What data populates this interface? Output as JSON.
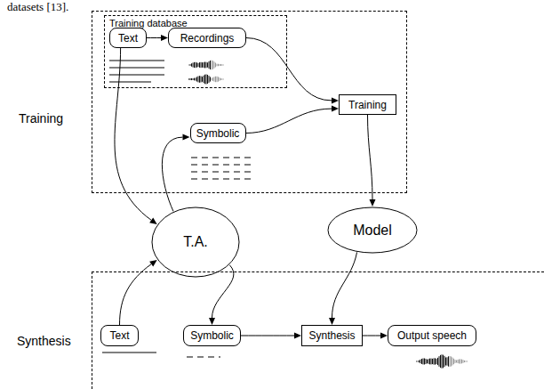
{
  "diagram": {
    "nodes": [
      {
        "text": [
          "Training"
        ]
      },
      {
        "text": [
          "Training database"
        ],
        "in": 0
      },
      {
        "text": [
          "Text"
        ],
        "in": 1
      },
      {
        "text": [
          "Recordings"
        ],
        "in": 1
      },
      {
        "text": [
          "Symbolic"
        ],
        "in": 0
      },
      {
        "text": [
          "Training"
        ],
        "in": 0
      },
      {
        "text": [
          "T.A."
        ]
      },
      {
        "text": [
          "Model"
        ]
      },
      {
        "text": [
          "Synthesis"
        ]
      },
      {
        "text": [
          "Text"
        ],
        "in": 8
      },
      {
        "text": [
          "Symbolic"
        ],
        "in": 8
      },
      {
        "text": [
          "Synthesis"
        ],
        "in": 8
      },
      {
        "text": [
          "Output speech"
        ],
        "in": 8
      }
    ],
    "edges": [
      {
        "from": 2,
        "to": 3,
        "arrow": "to"
      },
      {
        "from": 3,
        "to": 5,
        "arrow": "to"
      },
      {
        "from": 4,
        "to": 5,
        "arrow": "to"
      },
      {
        "from": 5,
        "to": 7,
        "arrow": "to"
      },
      {
        "from": 2,
        "to": 6,
        "arrow": "to"
      },
      {
        "from": 6,
        "to": 4,
        "arrow": "to"
      },
      {
        "from": 9,
        "to": 6,
        "arrow": "to"
      },
      {
        "from": 6,
        "to": 10,
        "arrow": "to"
      },
      {
        "from": 10,
        "to": 11,
        "arrow": "to"
      },
      {
        "from": 7,
        "to": 11,
        "arrow": "to"
      },
      {
        "from": 11,
        "to": 12,
        "arrow": "to"
      }
    ],
    "labels": [
      "datasets [13]."
    ]
  }
}
